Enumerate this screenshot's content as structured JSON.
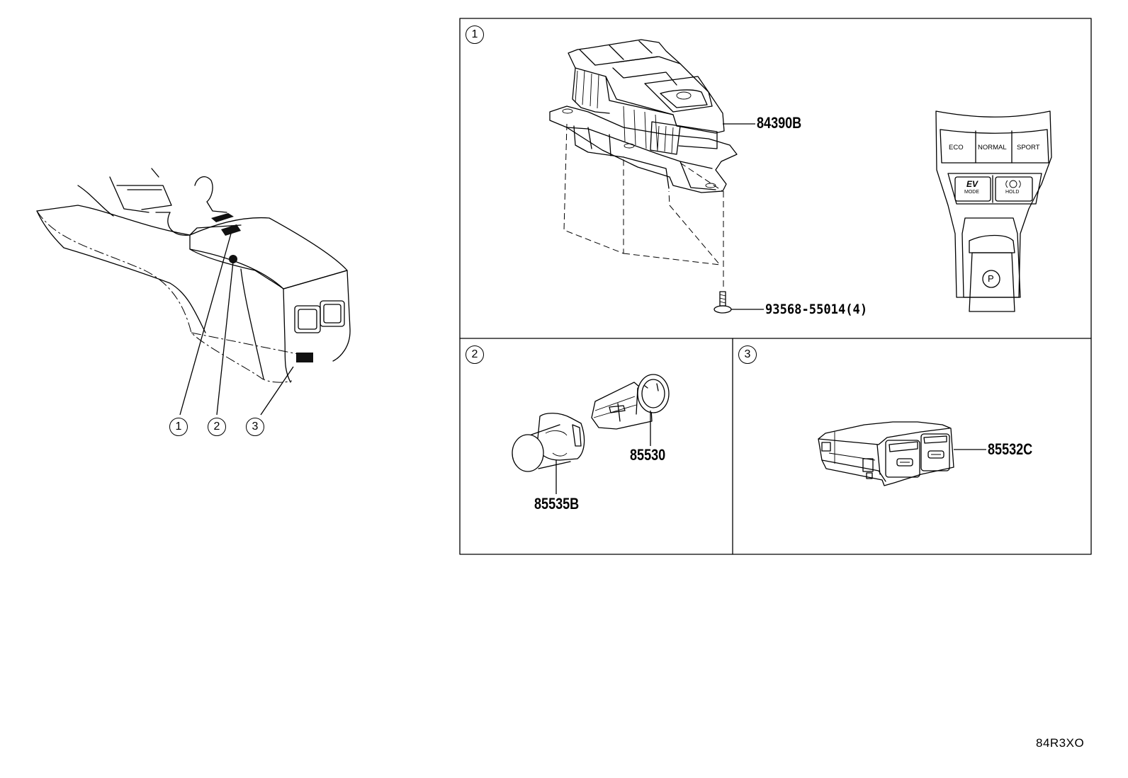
{
  "overview": {
    "callouts": [
      "1",
      "2",
      "3"
    ]
  },
  "panels": [
    {
      "number": "1",
      "parts": [
        "84390B",
        "93568-55014(4)"
      ],
      "switch_labels": [
        "ECO",
        "NORMAL",
        "SPORT",
        "EV",
        "MODE",
        "HOLD",
        "P"
      ]
    },
    {
      "number": "2",
      "parts": [
        "85530",
        "85535B"
      ]
    },
    {
      "number": "3",
      "parts": [
        "85532C"
      ]
    }
  ],
  "diagram_code": "84R3XO",
  "icons": [
    "hold-brake-icon",
    "parking-p-icon",
    "outlet-socket-icon"
  ]
}
